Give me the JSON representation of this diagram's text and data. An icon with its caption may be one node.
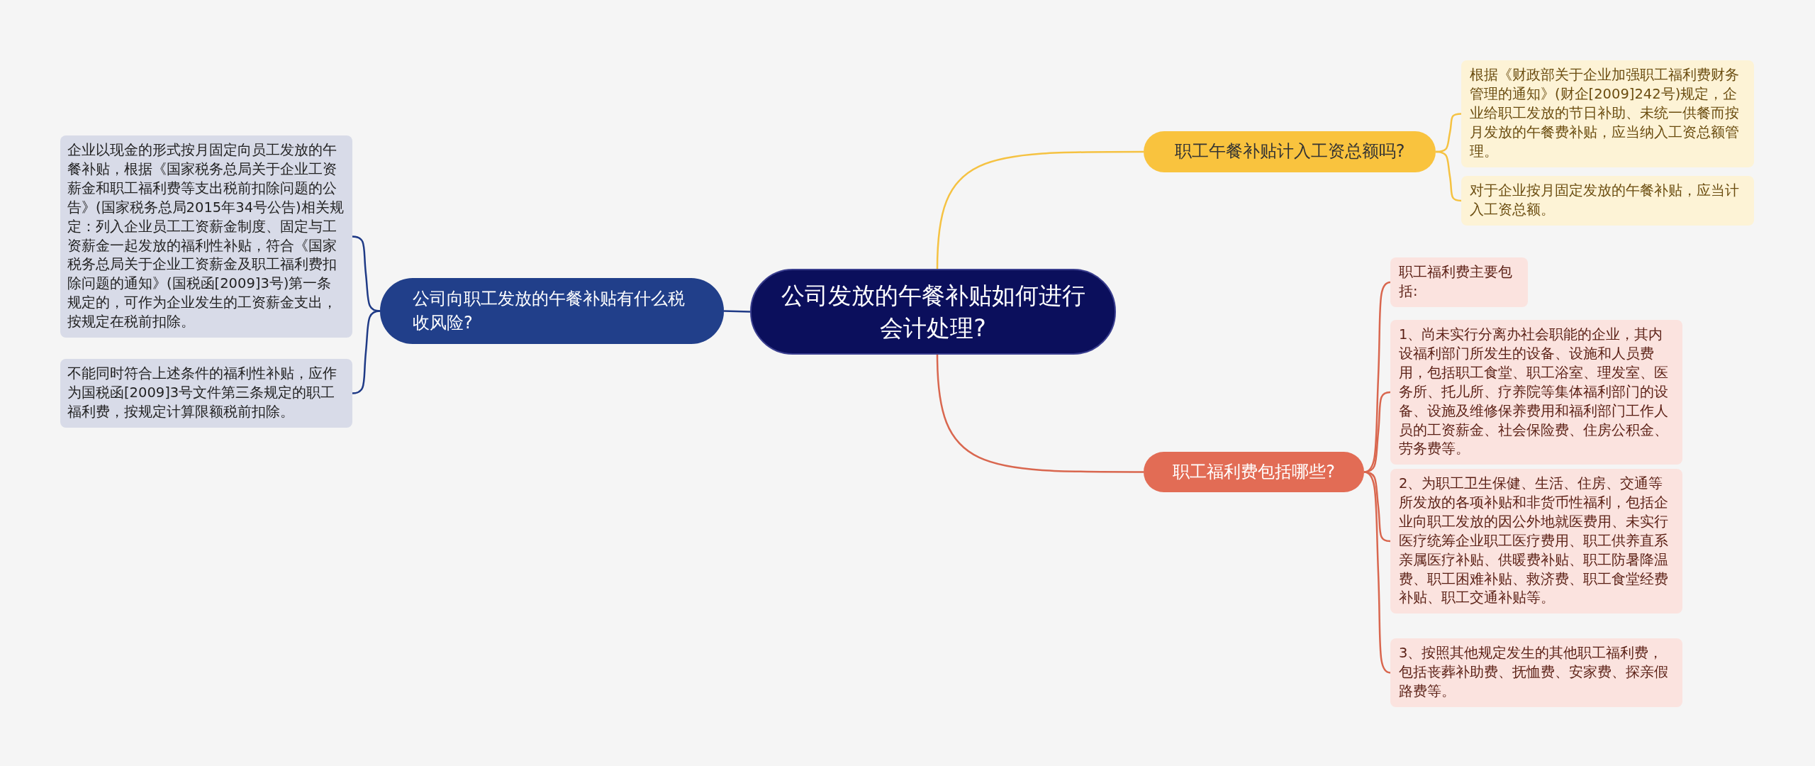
{
  "diagram": {
    "nodes": [
      {
        "text": [
          "公司发放的午餐补贴如何进行会计处理?"
        ]
      },
      {
        "text": [
          "职工午餐补贴计入工资总额吗?"
        ]
      },
      {
        "text": [
          "根据《财政部关于企业加强职工福利费财务管理的通知》(财企[2009]242号)规定，企业给职工发放的节日补助、未统一供餐而按月发放的午餐费补贴，应当纳入工资总额管理。"
        ]
      },
      {
        "text": [
          "对于企业按月固定发放的午餐补贴，应当计入工资总额。"
        ]
      },
      {
        "text": [
          "职工福利费包括哪些?"
        ]
      },
      {
        "text": [
          "职工福利费主要包括:"
        ]
      },
      {
        "text": [
          "1、尚未实行分离办社会职能的企业，其内设福利部门所发生的设备、设施和人员费用，包括职工食堂、职工浴室、理发室、医务所、托儿所、疗养院等集体福利部门的设备、设施及维修保养费用和福利部门工作人员的工资薪金、社会保险费、住房公积金、劳务费等。"
        ]
      },
      {
        "text": [
          "2、为职工卫生保健、生活、住房、交通等所发放的各项补贴和非货币性福利，包括企业向职工发放的因公外地就医费用、未实行医疗统筹企业职工医疗费用、职工供养直系亲属医疗补贴、供暖费补贴、职工防暑降温费、职工困难补贴、救济费、职工食堂经费补贴、职工交通补贴等。"
        ]
      },
      {
        "text": [
          "3、按照其他规定发生的其他职工福利费，包括丧葬补助费、抚恤费、安家费、探亲假路费等。"
        ]
      },
      {
        "text": [
          "公司向职工发放的午餐补贴有什么税收风险?"
        ]
      },
      {
        "text": [
          "企业以现金的形式按月固定向员工发放的午餐补贴，根据《国家税务总局关于企业工资薪金和职工福利费等支出税前扣除问题的公告》(国家税务总局2015年34号公告)相关规定：列入企业员工工资薪金制度、固定与工资薪金一起发放的福利性补贴，符合《国家税务总局关于企业工资薪金及职工福利费扣除问题的通知》(国税函[2009]3号)第一条规定的，可作为企业发生的工资薪金支出，按规定在税前扣除。"
        ]
      },
      {
        "text": [
          "不能同时符合上述条件的福利性补贴，应作为国税函[2009]3号文件第三条规定的职工福利费，按规定计算限额税前扣除。"
        ]
      }
    ],
    "edges": [
      {
        "from": 0,
        "to": 1,
        "arrow": "none",
        "color": "#f5c242"
      },
      {
        "from": 1,
        "to": 2,
        "arrow": "none",
        "color": "#f5c242"
      },
      {
        "from": 1,
        "to": 3,
        "arrow": "none",
        "color": "#f5c242"
      },
      {
        "from": 0,
        "to": 4,
        "arrow": "none"
      },
      {
        "from": 4,
        "to": 5,
        "arrow": "none"
      },
      {
        "from": 4,
        "to": 6,
        "arrow": "none"
      },
      {
        "from": 4,
        "to": 7,
        "arrow": "none"
      },
      {
        "from": 4,
        "to": 8,
        "arrow": "none"
      },
      {
        "from": 0,
        "to": 9,
        "arrow": "none",
        "color": "#1f3a86"
      },
      {
        "from": 9,
        "to": 10,
        "arrow": "none",
        "color": "#1f3a86"
      },
      {
        "from": 9,
        "to": 11,
        "arrow": "none",
        "color": "#1f3a86"
      }
    ]
  }
}
